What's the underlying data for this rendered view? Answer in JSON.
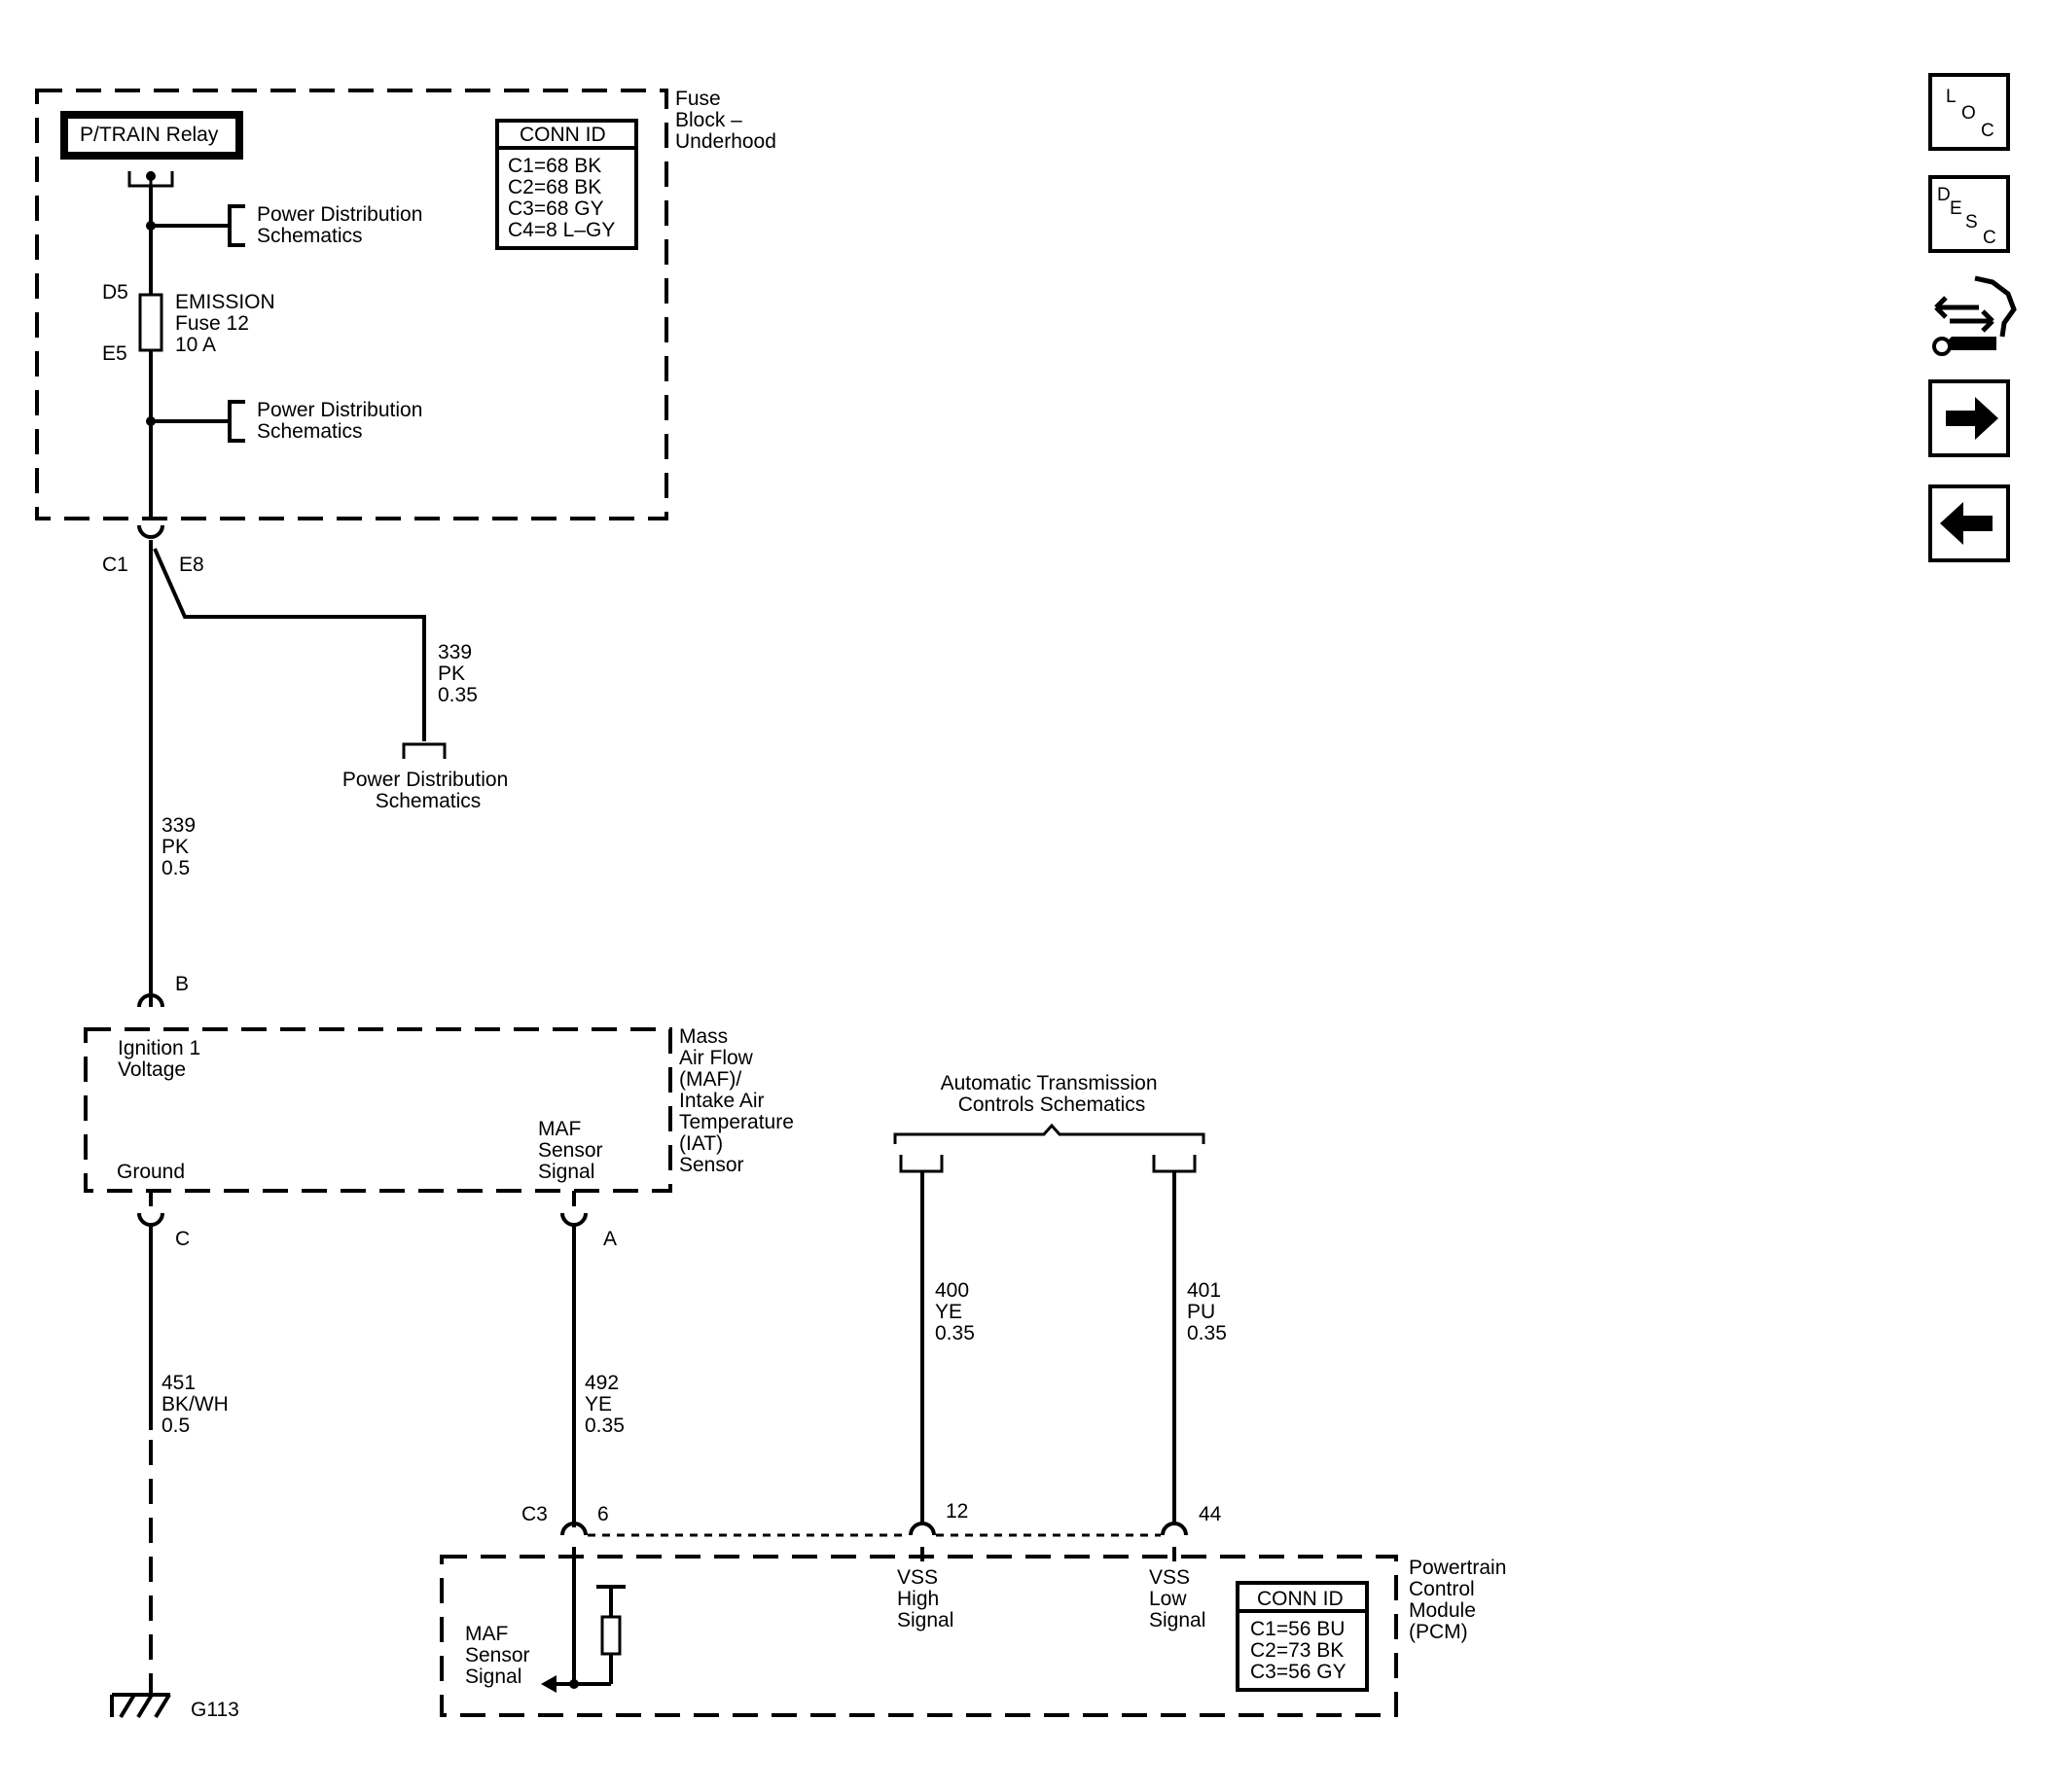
{
  "fuse_block": {
    "name_lines": [
      "Fuse",
      "Block –",
      "Underhood"
    ],
    "relay": "P/TRAIN Relay",
    "conn_id": {
      "title": "CONN ID",
      "rows": [
        "C1=68 BK",
        "C2=68 BK",
        "C3=68 GY",
        "C4=8 L–GY"
      ]
    },
    "power_dist_1": [
      "Power Distribution",
      "Schematics"
    ],
    "power_dist_2": [
      "Power Distribution",
      "Schematics"
    ],
    "fuse": {
      "pin_top": "D5",
      "pin_bottom": "E5",
      "lines": [
        "EMISSION",
        "Fuse 12",
        "10 A"
      ]
    },
    "connector_left": "C1",
    "connector_right": "E8"
  },
  "branch_wire": {
    "lines": [
      "339",
      "PK",
      "0.35"
    ]
  },
  "branch_power_dist": [
    "Power Distribution",
    "Schematics"
  ],
  "main_wire": {
    "lines": [
      "339",
      "PK",
      "0.5"
    ]
  },
  "maf_sensor": {
    "name_lines": [
      "Mass",
      "Air Flow",
      "(MAF)/",
      "Intake Air",
      "Temperature",
      "(IAT)",
      "Sensor"
    ],
    "pin_b": "B",
    "ignition": [
      "Ignition 1",
      "Voltage"
    ],
    "ground_label": "Ground",
    "signal": [
      "MAF",
      "Sensor",
      "Signal"
    ],
    "pin_c": "C",
    "pin_a": "A"
  },
  "ground_wire": {
    "lines": [
      "451",
      "BK/WH",
      "0.5"
    ]
  },
  "ground_point": "G113",
  "signal_wire": {
    "lines": [
      "492",
      "YE",
      "0.35"
    ]
  },
  "trans_schematics": [
    "Automatic Transmission",
    "Controls Schematics"
  ],
  "vss_high_wire": {
    "lines": [
      "400",
      "YE",
      "0.35"
    ]
  },
  "vss_low_wire": {
    "lines": [
      "401",
      "PU",
      "0.35"
    ]
  },
  "pcm": {
    "name_lines": [
      "Powertrain",
      "Control",
      "Module",
      "(PCM)"
    ],
    "connector": "C3",
    "pin_6": "6",
    "pin_12": "12",
    "pin_44": "44",
    "maf_signal": [
      "MAF",
      "Sensor",
      "Signal"
    ],
    "vss_high": [
      "VSS",
      "High",
      "Signal"
    ],
    "vss_low": [
      "VSS",
      "Low",
      "Signal"
    ],
    "conn_id": {
      "title": "CONN ID",
      "rows": [
        "C1=56 BU",
        "C2=73 BK",
        "C3=56 GY"
      ]
    }
  },
  "nav": {
    "loc_icon": "loc-icon",
    "desc_icon": "desc-icon",
    "connector_icon": "connector-wrench-icon",
    "next_icon": "arrow-right-icon",
    "prev_icon": "arrow-left-icon",
    "loc_letters": [
      "L",
      "O",
      "C"
    ],
    "desc_letters": [
      "D",
      "E",
      "S",
      "C"
    ]
  }
}
